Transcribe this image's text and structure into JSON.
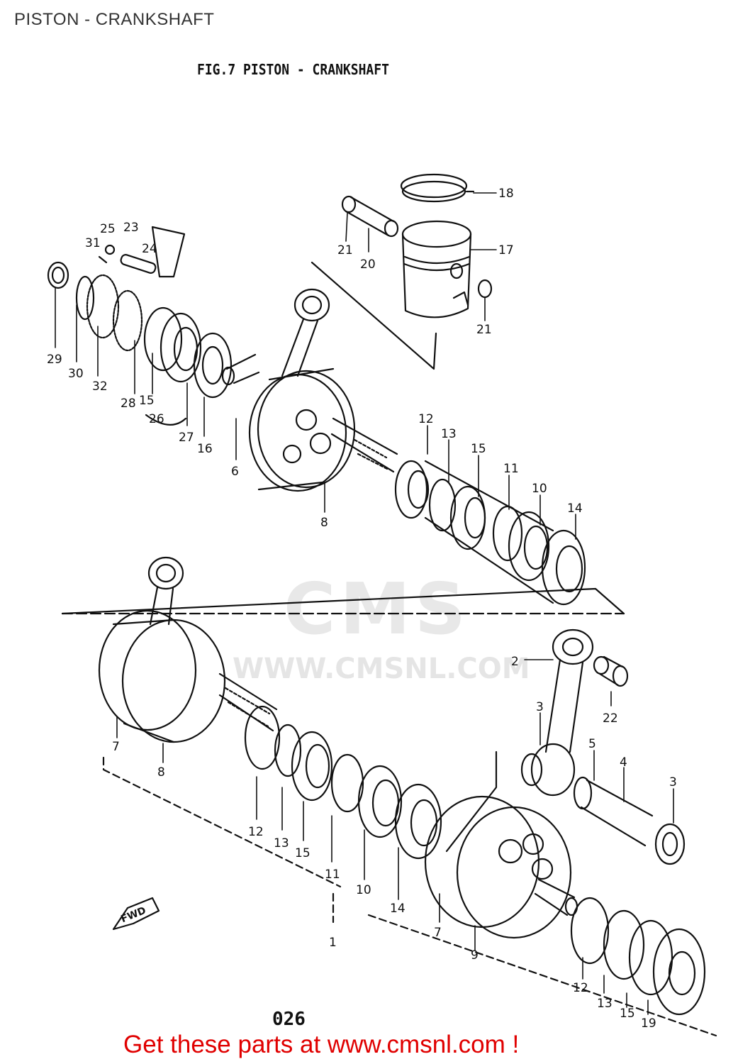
{
  "header": {
    "page_title": "PISTON - CRANKSHAFT"
  },
  "figure": {
    "title": "FIG.7  PISTON - CRANKSHAFT",
    "page_code": "026",
    "direction_label": "FWD"
  },
  "watermark": {
    "logo": "CMS",
    "url": "WWW.CMSNL.COM"
  },
  "footer": {
    "cta": "Get these parts at www.cmsnl.com !"
  },
  "colors": {
    "cta": "#e00000",
    "lines": "#111111"
  },
  "callouts": [
    "1",
    "2",
    "3",
    "3",
    "4",
    "5",
    "6",
    "7",
    "7",
    "8",
    "8",
    "9",
    "10",
    "10",
    "11",
    "11",
    "12",
    "12",
    "12",
    "13",
    "13",
    "13",
    "14",
    "14",
    "15",
    "15",
    "15",
    "15",
    "16",
    "17",
    "18",
    "19",
    "20",
    "21",
    "21",
    "22",
    "23",
    "24",
    "25",
    "26",
    "27",
    "28",
    "29",
    "30",
    "31",
    "32"
  ]
}
